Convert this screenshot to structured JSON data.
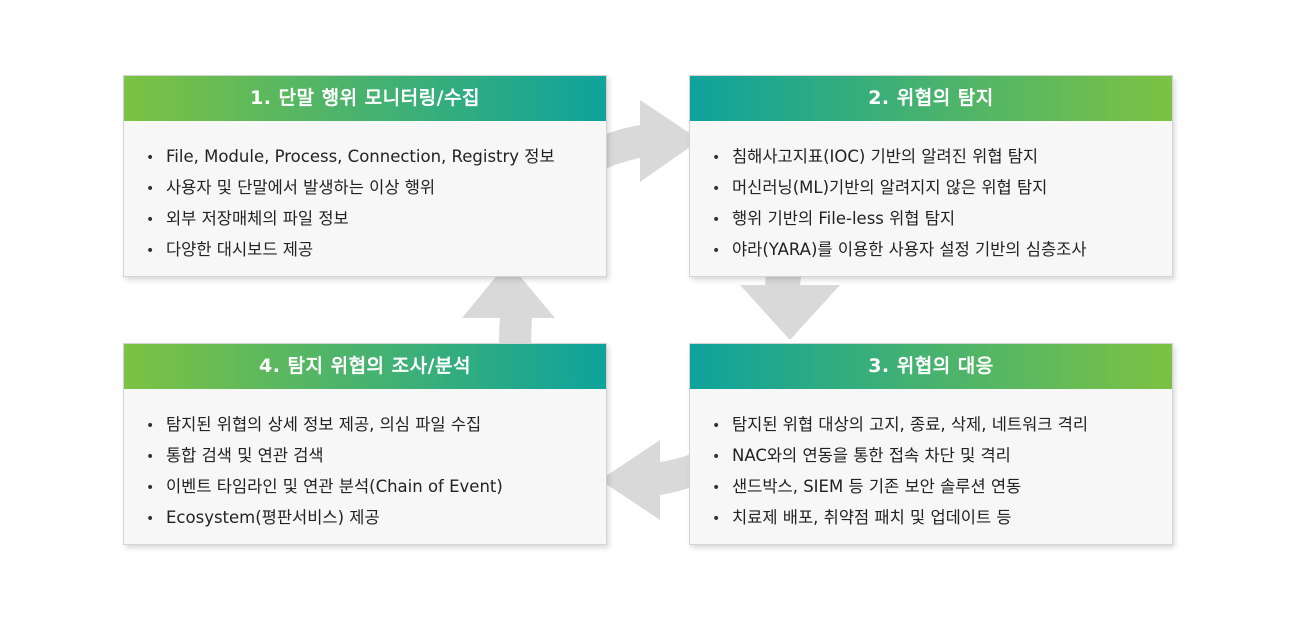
{
  "cards": [
    {
      "title": "1. 단말 행위 모니터링/수집",
      "items": [
        "File, Module, Process, Connection, Registry 정보",
        "사용자 및 단말에서 발생하는 이상 행위",
        "외부 저장매체의 파일 정보",
        "다양한 대시보드 제공"
      ]
    },
    {
      "title": "2. 위협의 탐지",
      "items": [
        "침해사고지표(IOC) 기반의 알려진 위협 탐지",
        "머신러닝(ML)기반의 알려지지 않은 위협 탐지",
        "행위 기반의 File-less 위협 탐지",
        "야라(YARA)를 이용한 사용자 설정 기반의 심층조사"
      ]
    },
    {
      "title": "3. 위협의 대응",
      "items": [
        "탐지된 위협 대상의 고지, 종료, 삭제, 네트워크 격리",
        "NAC와의 연동을 통한 접속 차단 및 격리",
        "샌드박스, SIEM 등 기존 보안 솔루션 연동",
        "치료제 배포, 취약점 패치 및 업데이트 등"
      ]
    },
    {
      "title": "4. 탐지 위협의 조사/분석",
      "items": [
        "탐지된 위협의 상세 정보 제공, 의심 파일 수집",
        "통합 검색 및 연관 검색",
        "이벤트 타임라인 및 연관 분석(Chain of Event)",
        "Ecosystem(평판서비스) 제공"
      ]
    }
  ],
  "bullet": "•",
  "colors": {
    "green": "#7cc243",
    "teal": "#0ea39c",
    "arrow": "#d9d9d9",
    "card_bg": "#f7f7f7"
  }
}
